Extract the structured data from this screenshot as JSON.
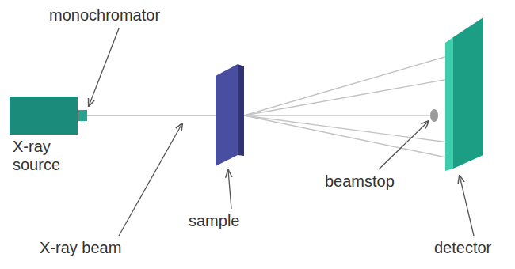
{
  "diagram": {
    "labels": [
      "monochromator",
      "X-ray source",
      "beamstop",
      "sample",
      "detector",
      "X-ray beam"
    ]
  }
}
